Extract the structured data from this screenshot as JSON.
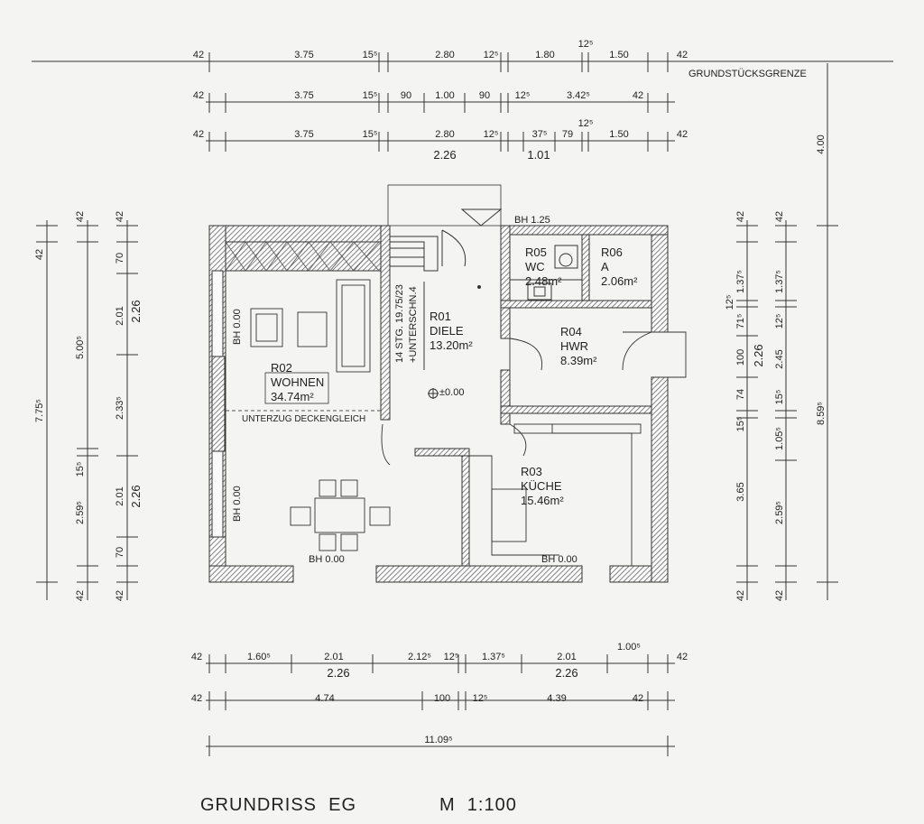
{
  "property_line_label": "GRUNDSTÜCKSGRENZE",
  "title": {
    "plan": "GRUNDRISS  EG",
    "scale": "M  1:100"
  },
  "rooms": {
    "r01": {
      "id": "R01",
      "name": "DIELE",
      "area": "13.20m²"
    },
    "r02": {
      "id": "R02",
      "name": "WOHNEN",
      "area": "34.74m²"
    },
    "r03": {
      "id": "R03",
      "name": "KÜCHE",
      "area": "15.46m²"
    },
    "r04": {
      "id": "R04",
      "name": "HWR",
      "area": "8.39m²"
    },
    "r05": {
      "id": "R05",
      "name": "WC",
      "area": "2.48m²"
    },
    "r06": {
      "id": "R06",
      "name": "A",
      "area": "2.06m²"
    }
  },
  "notes": {
    "stairs": "14 STG. 19.75/23",
    "stairs2": "+UNTERSCHN.4",
    "beam": "UNTERZUG DECKENGLEICH",
    "level": "±0.00",
    "bh_top": "BH  1.25",
    "bh_wohnen_left": "BH  0.00",
    "bh_wohnen_lower": "BH  0.00",
    "bh_south_living": "BH  0.00",
    "bh_south_kitchen": "BH  0.00"
  },
  "dims_top": {
    "row1": [
      "42",
      "3.75",
      "15⁵",
      "2.80",
      "12⁵",
      "1.80",
      "12⁵",
      "1.50",
      "42"
    ],
    "row2": [
      "42",
      "3.75",
      "15⁵",
      "90",
      "1.00",
      "90",
      "12⁵",
      "3.42⁵",
      "42"
    ],
    "row3": [
      "42",
      "3.75",
      "15⁵",
      "2.80",
      "12⁵",
      "37⁵",
      "79",
      "12⁵",
      "1.50",
      "42"
    ],
    "row3_sub": [
      "2.26",
      "1.01"
    ]
  },
  "dims_bottom": {
    "row1": [
      "42",
      "1.60⁵",
      "2.01",
      "2.12⁵",
      "12⁵",
      "1.37⁵",
      "2.01",
      "1.00⁵",
      "42"
    ],
    "row1_sub": [
      "2.26",
      "2.26"
    ],
    "row2": [
      "42",
      "4.74",
      "100",
      "12⁵",
      "4.39",
      "42"
    ],
    "total": "11.09⁵"
  },
  "dims_left": {
    "outer": [
      "42",
      "7.75⁵"
    ],
    "mid": [
      "42",
      "5.00⁵",
      "15⁵",
      "2.59⁵",
      "42"
    ],
    "inner": [
      "42",
      "70",
      "2.01",
      "2.33⁵",
      "2.01",
      "70",
      "42"
    ],
    "inner_sub": [
      "2.26",
      "2.26"
    ]
  },
  "dims_right": {
    "col1": [
      "42",
      "1.37⁵",
      "12⁵",
      "71⁵",
      "100",
      "74",
      "15⁵",
      "3.65",
      "42"
    ],
    "col1_sub": "2.26",
    "col2": [
      "42",
      "1.37⁵",
      "12⁵",
      "2.45",
      "15⁵",
      "1.05⁵",
      "2.59⁵",
      "42"
    ],
    "col3": [
      "4.00",
      "8.59⁵"
    ]
  }
}
